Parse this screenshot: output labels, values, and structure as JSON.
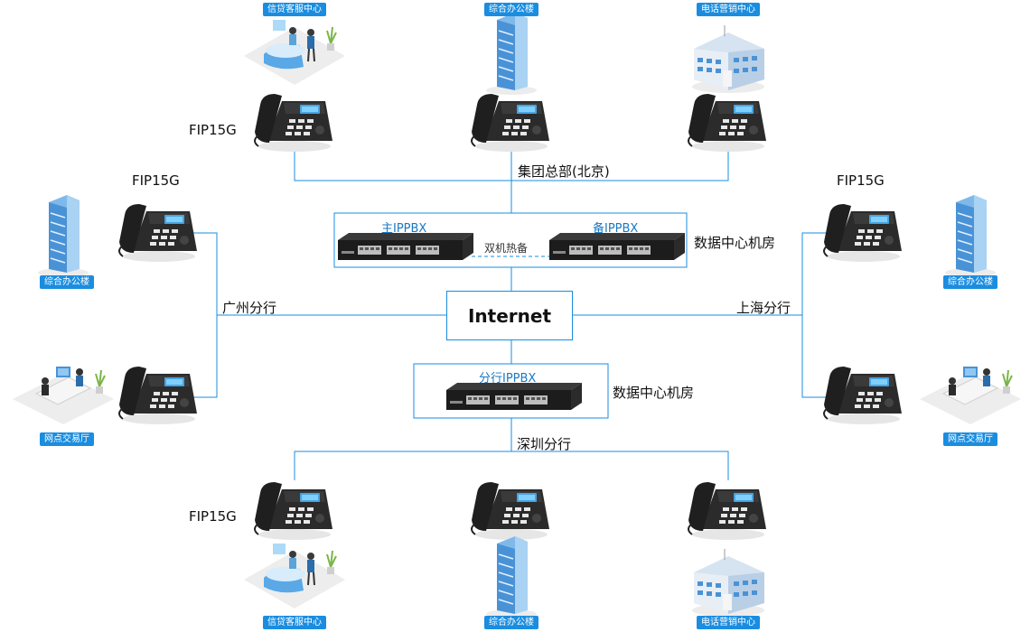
{
  "locations": {
    "credit_service": "信贷客服中心",
    "office": "综合办公楼",
    "sales": "电话营销中心",
    "trading_hall": "网点交易厅"
  },
  "phone_model": "FIP15G",
  "headquarters": "集团总部(北京)",
  "datacenter": "数据中心机房",
  "primary_pbx": "主IPPBX",
  "backup_pbx": "备IPPBX",
  "hot_standby": "双机热备",
  "branch_pbx": "分行IPPBX",
  "internet": "Internet",
  "branches": {
    "guangzhou": "广州分行",
    "shanghai": "上海分行",
    "shenzhen": "深圳分行"
  },
  "colors": {
    "link": "#1a8de0",
    "tag_bg": "#1a8de0",
    "pbx_label": "#1a78c2"
  }
}
